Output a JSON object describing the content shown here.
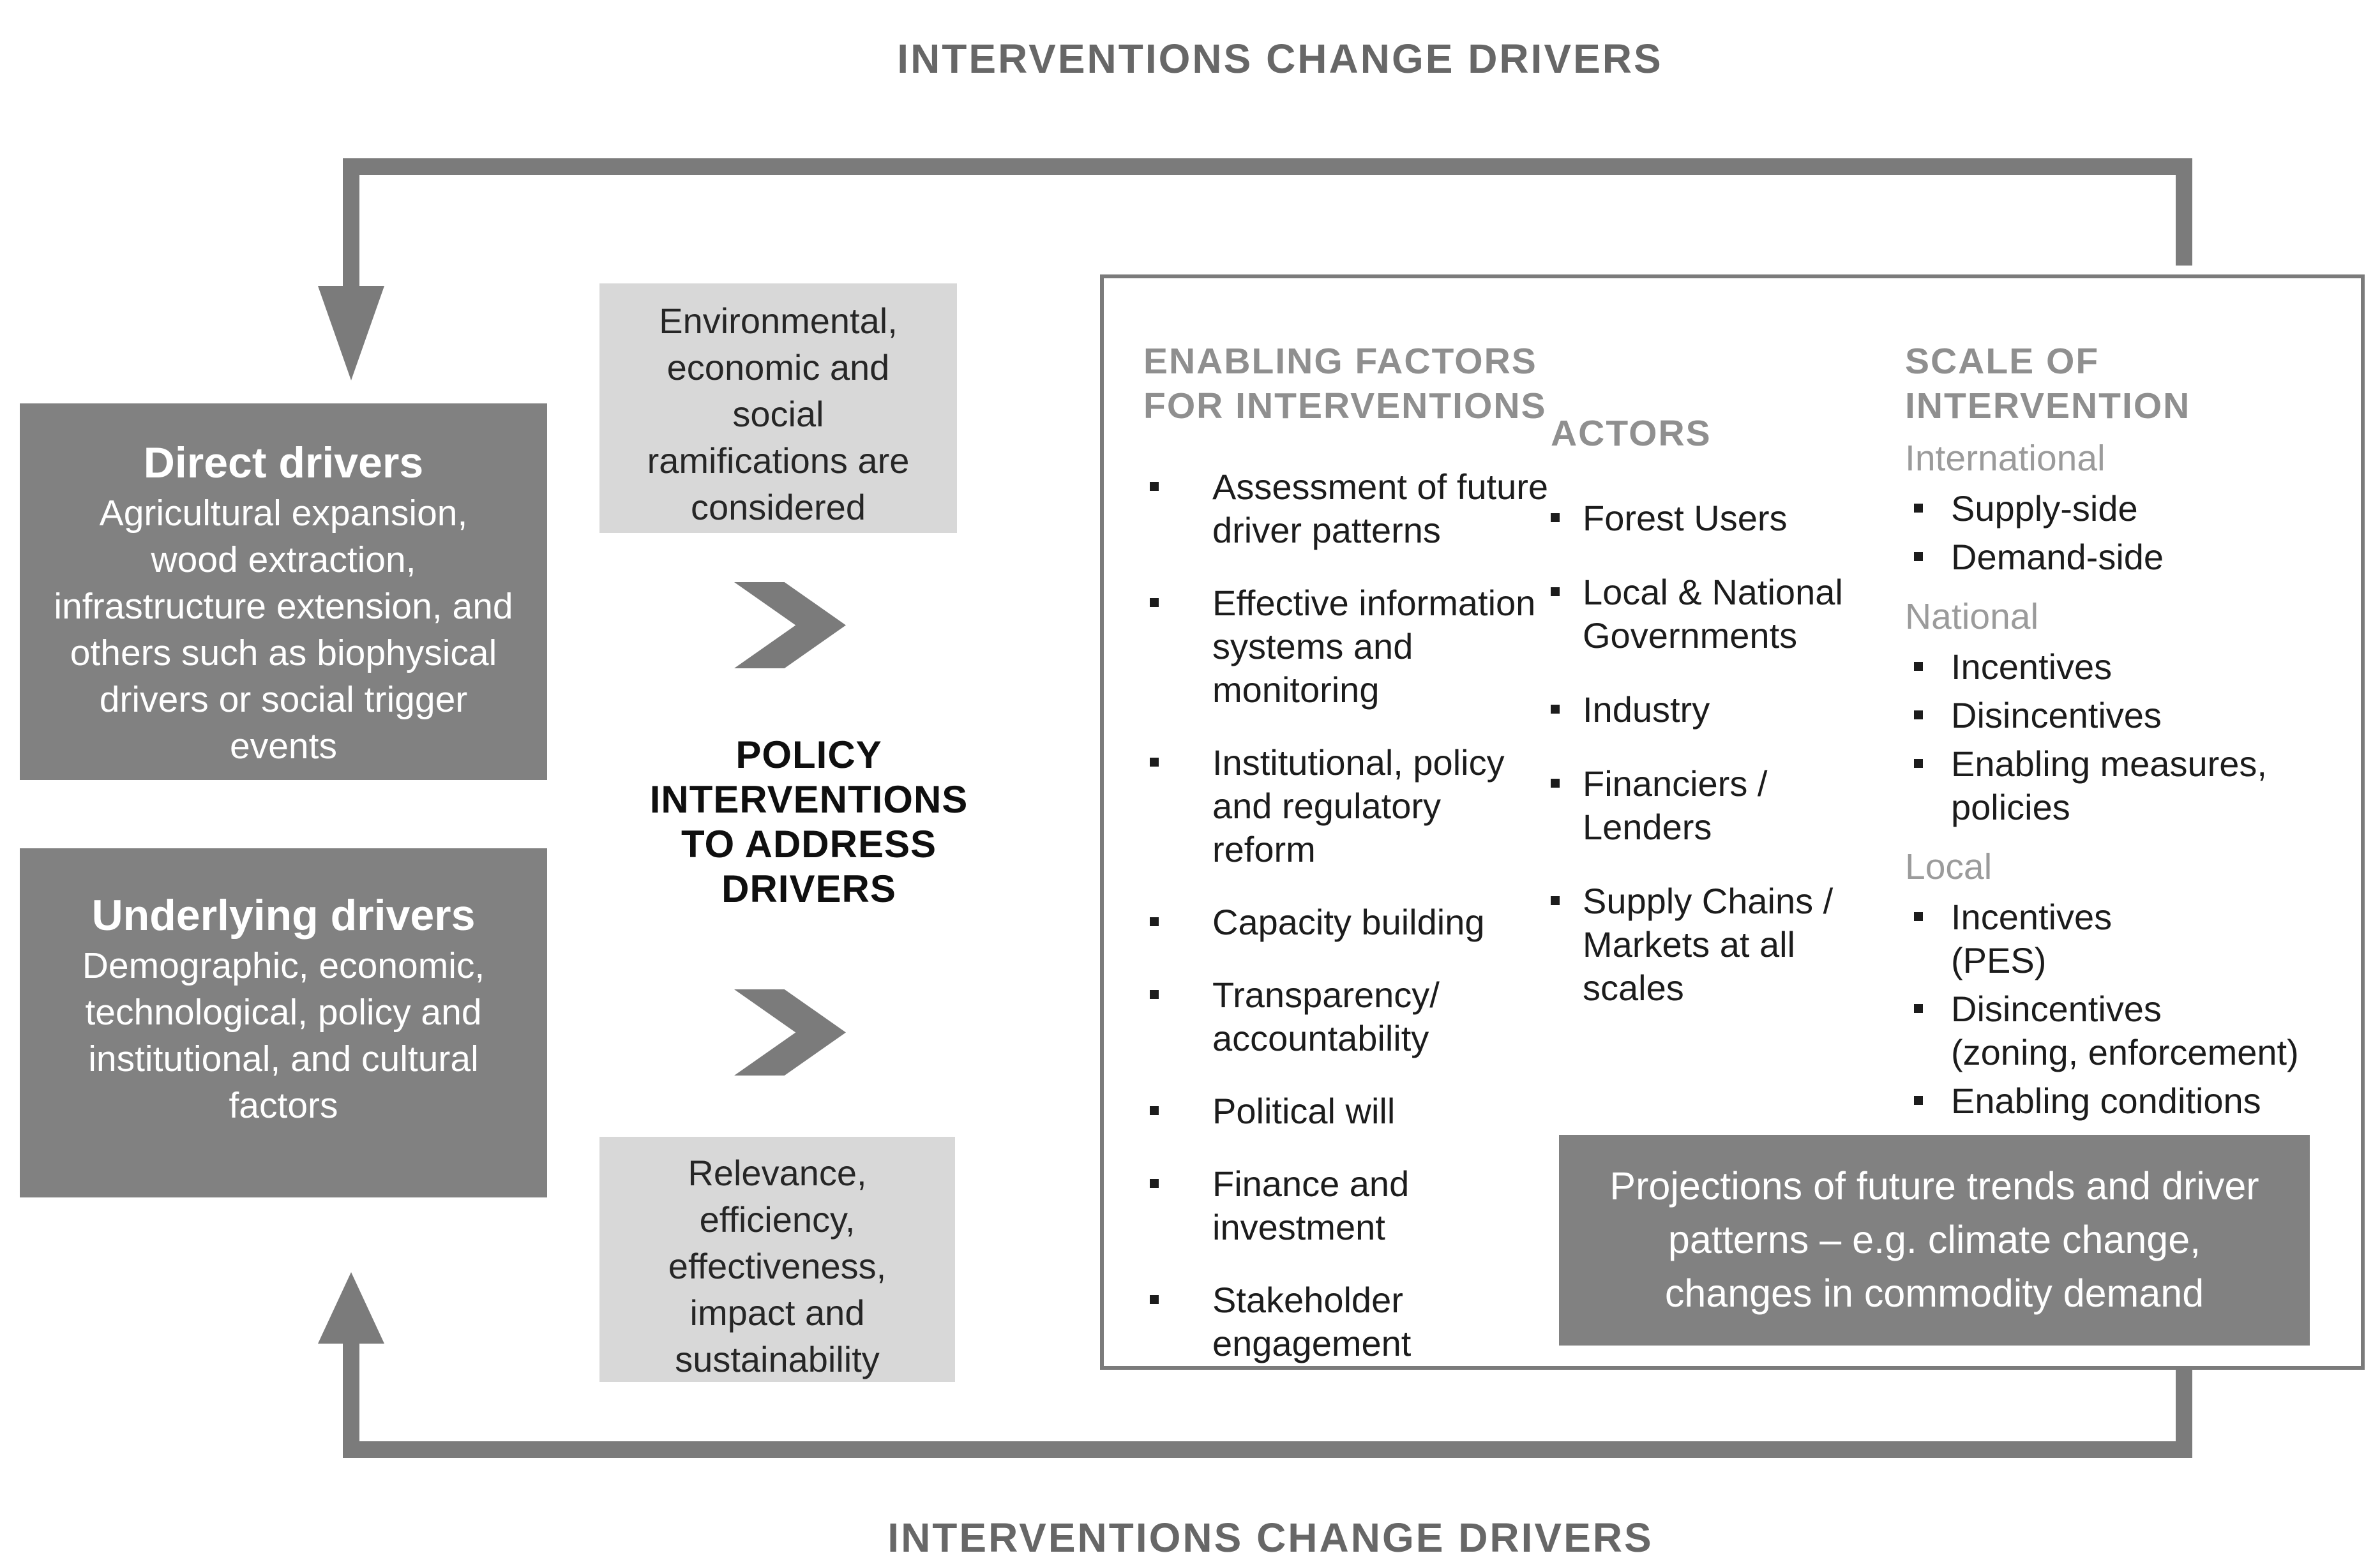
{
  "titles": {
    "top": "INTERVENTIONS CHANGE DRIVERS",
    "bottom": "INTERVENTIONS CHANGE DRIVERS"
  },
  "boxes": {
    "direct": {
      "title": "Direct drivers",
      "body": "Agricultural expansion,\nwood extraction,\ninfrastructure extension, and\nothers such as biophysical\ndrivers or social trigger\nevents"
    },
    "underlying": {
      "title": "Underlying drivers",
      "body": "Demographic, economic,\ntechnological, policy and\ninstitutional, and cultural\nfactors"
    }
  },
  "middle": {
    "top_note": "Environmental,\neconomic and\nsocial\nramifications are\nconsidered",
    "policy_label": "POLICY\nINTERVENTIONS\nTO ADDRESS\nDRIVERS",
    "bottom_note": "Relevance,\nefficiency,\neffectiveness,\nimpact and\nsustainability"
  },
  "panel": {
    "enabling": {
      "header": "ENABLING FACTORS\nFOR INTERVENTIONS",
      "items": [
        "Assessment of future\ndriver patterns",
        "Effective information\nsystems and\nmonitoring",
        "Institutional, policy\nand regulatory\nreform",
        "Capacity building",
        "Transparency/\naccountability",
        "Political will",
        "Finance and\ninvestment",
        "Stakeholder\nengagement"
      ]
    },
    "actors": {
      "header": "ACTORS",
      "items": [
        "Forest Users",
        "Local & National\nGovernments",
        "Industry",
        "Financiers /\nLenders",
        "Supply Chains /\nMarkets at all\nscales"
      ]
    },
    "scale": {
      "header": "SCALE OF INTERVENTION",
      "groups": [
        {
          "label": "International",
          "items": [
            "Supply-side",
            "Demand-side"
          ]
        },
        {
          "label": "National",
          "items": [
            "Incentives",
            "Disincentives",
            "Enabling measures,\npolicies"
          ]
        },
        {
          "label": "Local",
          "items": [
            "Incentives\n(PES)",
            "Disincentives\n(zoning, enforcement)",
            "Enabling conditions"
          ]
        }
      ]
    },
    "projections": "Projections of future trends and driver\npatterns – e.g. climate change,\nchanges in commodity demand"
  },
  "colors": {
    "box_gray": "#818181",
    "note_gray": "#d8d8d8",
    "line_gray": "#7b7b7b",
    "title_gray": "#676767",
    "header_gray": "#8f8f8f",
    "text_dark": "#1c1c1c",
    "text_white": "#ffffff"
  }
}
